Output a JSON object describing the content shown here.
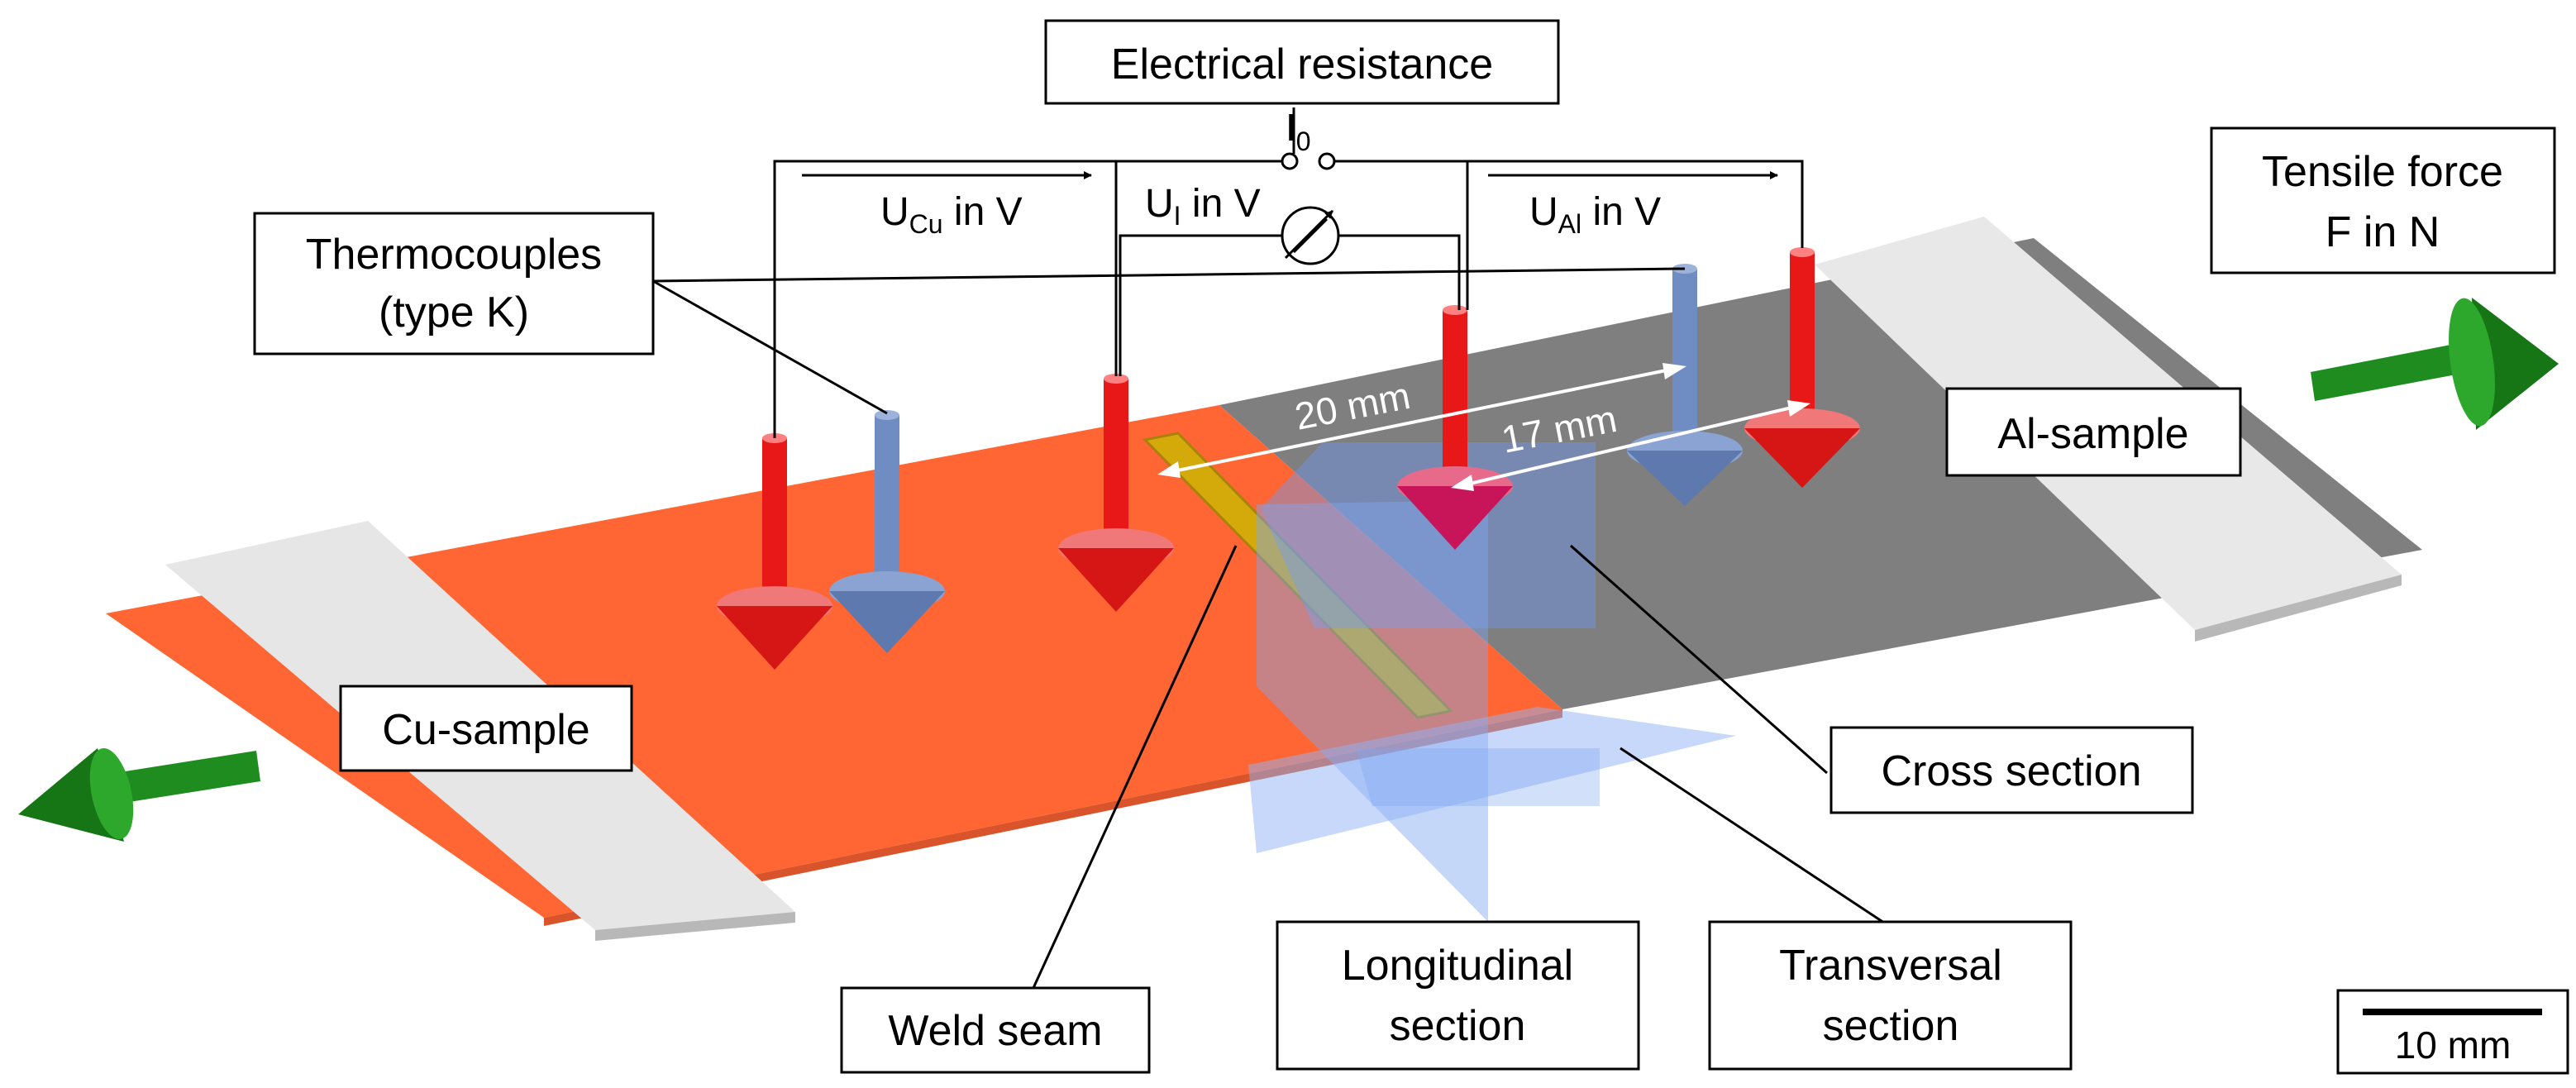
{
  "labels": {
    "electrical_resistance": "Electrical resistance",
    "current": "I",
    "current_sub": "0",
    "u_cu_main": "U",
    "u_cu_sub": "Cu",
    "u_cu_unit": " in V",
    "u_i_main": "U",
    "u_i_sub": "I",
    "u_i_unit": " in V",
    "u_al_main": "U",
    "u_al_sub": "Al",
    "u_al_unit": " in V",
    "thermocouples_line1": "Thermocouples",
    "thermocouples_line2": "(type  K)",
    "tensile_line1": "Tensile force",
    "tensile_line2": "F in N",
    "al_sample": "Al-sample",
    "cu_sample": "Cu-sample",
    "cross_section": "Cross section",
    "weld_seam": "Weld seam",
    "longitudinal_line1": "Longitudinal",
    "longitudinal_line2": "section",
    "transversal_line1": "Transversal",
    "transversal_line2": "section",
    "dim_20": "20 mm",
    "dim_17": "17 mm",
    "scale_bar": "10 mm"
  },
  "colors": {
    "copper": "#FF6633",
    "aluminium": "#7F7F7F",
    "clamp": "#E6E6E6",
    "weld_seam": "#D4A90A",
    "thermocouple": "#6F8DC2",
    "voltage_probe": "#E81818",
    "force_arrow": "#1E8C1E",
    "section_plane": "#7FA6F0"
  }
}
